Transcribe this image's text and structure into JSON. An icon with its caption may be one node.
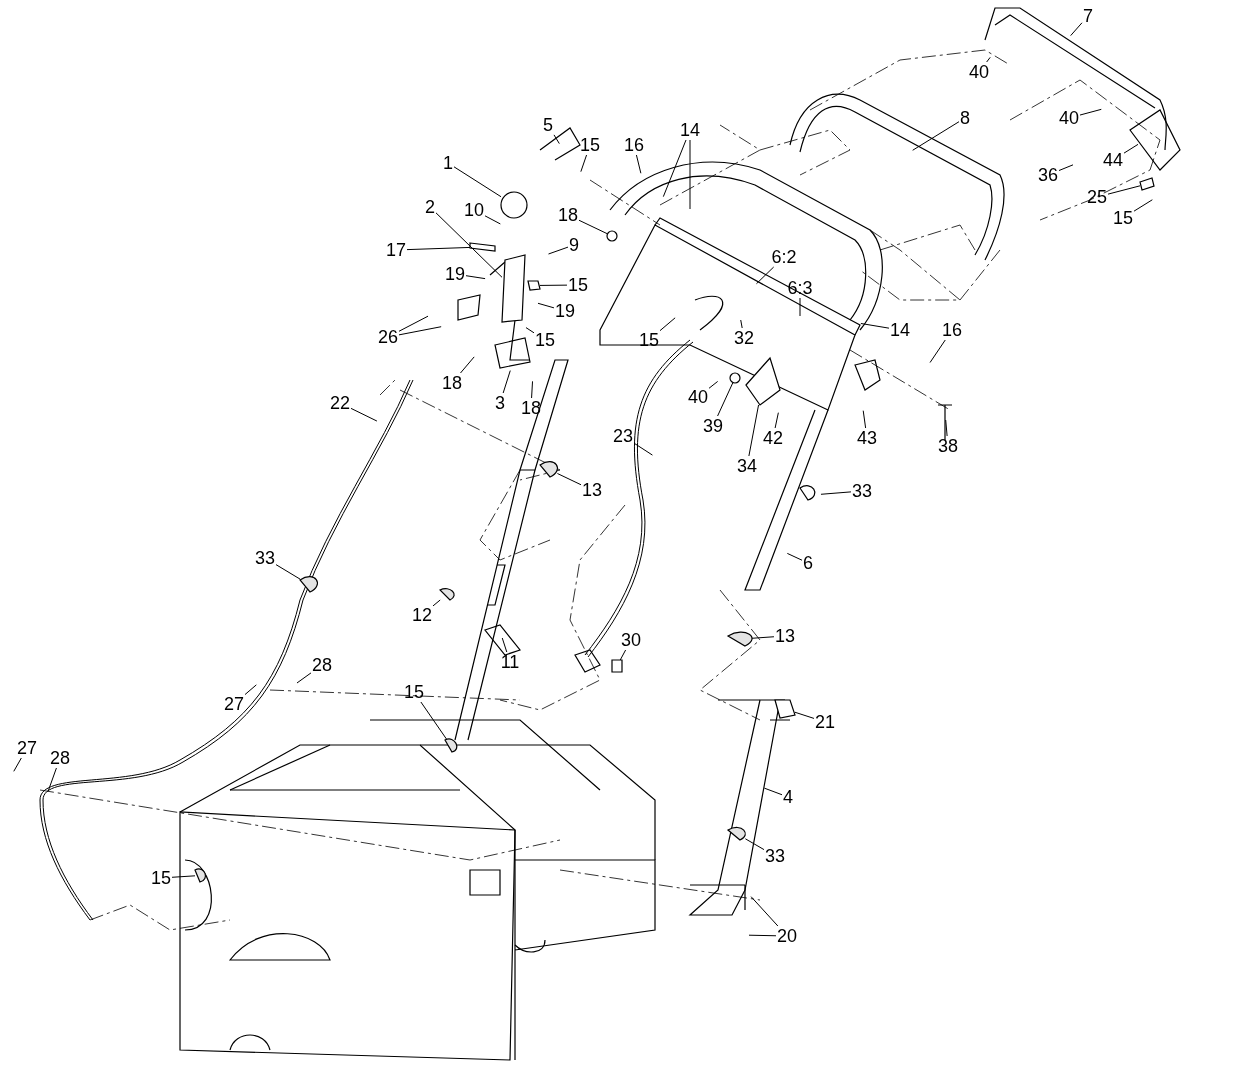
{
  "diagram": {
    "nodes": [
      {
        "text": [
          "7"
        ]
      },
      {
        "text": [
          "40"
        ]
      },
      {
        "text": [
          "8"
        ]
      },
      {
        "text": [
          "40"
        ]
      },
      {
        "text": [
          "5"
        ]
      },
      {
        "text": [
          "14"
        ]
      },
      {
        "text": [
          "15"
        ]
      },
      {
        "text": [
          "16"
        ]
      },
      {
        "text": [
          "44"
        ]
      },
      {
        "text": [
          "1"
        ]
      },
      {
        "text": [
          "36"
        ]
      },
      {
        "text": [
          "25"
        ]
      },
      {
        "text": [
          "10"
        ]
      },
      {
        "text": [
          "2"
        ]
      },
      {
        "text": [
          "18"
        ]
      },
      {
        "text": [
          "15"
        ]
      },
      {
        "text": [
          "9"
        ]
      },
      {
        "text": [
          "17"
        ]
      },
      {
        "text": [
          "6:2"
        ]
      },
      {
        "text": [
          "19"
        ]
      },
      {
        "text": [
          "15"
        ]
      },
      {
        "text": [
          "6:3"
        ]
      },
      {
        "text": [
          "19"
        ]
      },
      {
        "text": [
          "14"
        ]
      },
      {
        "text": [
          "16"
        ]
      },
      {
        "text": [
          "26"
        ]
      },
      {
        "text": [
          "15"
        ]
      },
      {
        "text": [
          "32"
        ]
      },
      {
        "text": [
          "15"
        ]
      },
      {
        "text": [
          "18"
        ]
      },
      {
        "text": [
          "40"
        ]
      },
      {
        "text": [
          "3"
        ]
      },
      {
        "text": [
          "22"
        ]
      },
      {
        "text": [
          "18"
        ]
      },
      {
        "text": [
          "39"
        ]
      },
      {
        "text": [
          "23"
        ]
      },
      {
        "text": [
          "42"
        ]
      },
      {
        "text": [
          "38"
        ]
      },
      {
        "text": [
          "43"
        ]
      },
      {
        "text": [
          "34"
        ]
      },
      {
        "text": [
          "13"
        ]
      },
      {
        "text": [
          "33"
        ]
      },
      {
        "text": [
          "33"
        ]
      },
      {
        "text": [
          "6"
        ]
      },
      {
        "text": [
          "12"
        ]
      },
      {
        "text": [
          "13"
        ]
      },
      {
        "text": [
          "30"
        ]
      },
      {
        "text": [
          "11"
        ]
      },
      {
        "text": [
          "28"
        ]
      },
      {
        "text": [
          "15"
        ]
      },
      {
        "text": [
          "27"
        ]
      },
      {
        "text": [
          "21"
        ]
      },
      {
        "text": [
          "27"
        ]
      },
      {
        "text": [
          "28"
        ]
      },
      {
        "text": [
          "4"
        ]
      },
      {
        "text": [
          "33"
        ]
      },
      {
        "text": [
          "15"
        ]
      },
      {
        "text": [
          "20"
        ]
      },
      {
        "text": [],
        "shape": "circle"
      },
      {
        "text": [],
        "shape": "box"
      },
      {
        "text": [],
        "shape": "circle"
      },
      {
        "text": [],
        "shape": "box"
      },
      {
        "text": [],
        "shape": "box"
      },
      {
        "text": [],
        "shape": "circle"
      },
      {
        "text": [],
        "shape": "box"
      },
      {
        "text": [],
        "shape": "picture"
      },
      {
        "text": [],
        "shape": "picture"
      },
      {
        "text": [],
        "shape": "picture"
      },
      {
        "text": [],
        "shape": "picture"
      },
      {
        "text": [],
        "shape": "box"
      },
      {
        "text": [],
        "shape": "picture"
      },
      {
        "text": [],
        "shape": "box"
      },
      {
        "text": [],
        "shape": "picture"
      },
      {
        "text": [],
        "shape": "picture"
      },
      {
        "text": [],
        "shape": "box"
      }
    ],
    "edges": [
      {
        "from": 0,
        "to": null,
        "arrow": "none"
      },
      {
        "from": 1,
        "to": null,
        "arrow": "none"
      },
      {
        "from": 2,
        "to": null,
        "arrow": "none"
      },
      {
        "from": 3,
        "to": null,
        "arrow": "none"
      },
      {
        "from": 4,
        "to": null,
        "arrow": "none"
      },
      {
        "from": 5,
        "to": null,
        "arrow": "none"
      },
      {
        "from": 5,
        "to": null,
        "arrow": "none"
      },
      {
        "from": 6,
        "to": null,
        "arrow": "none"
      },
      {
        "from": 7,
        "to": null,
        "arrow": "none"
      },
      {
        "from": 8,
        "to": null,
        "arrow": "none"
      },
      {
        "from": 9,
        "to": 58,
        "arrow": "none"
      },
      {
        "from": 10,
        "to": null,
        "arrow": "none"
      },
      {
        "from": 11,
        "to": 59,
        "arrow": "none"
      },
      {
        "from": 12,
        "to": null,
        "arrow": "none"
      },
      {
        "from": 13,
        "to": 74,
        "arrow": "none"
      },
      {
        "from": 14,
        "to": 60,
        "arrow": "none"
      },
      {
        "from": 15,
        "to": null,
        "arrow": "none"
      },
      {
        "from": 16,
        "to": null,
        "arrow": "none"
      },
      {
        "from": 17,
        "to": 61,
        "arrow": "none"
      },
      {
        "from": 18,
        "to": null,
        "arrow": "none"
      },
      {
        "from": 19,
        "to": null,
        "arrow": "none"
      },
      {
        "from": 20,
        "to": 62,
        "arrow": "none"
      },
      {
        "from": 21,
        "to": null,
        "arrow": "none"
      },
      {
        "from": 22,
        "to": null,
        "arrow": "none"
      },
      {
        "from": 23,
        "to": null,
        "arrow": "none"
      },
      {
        "from": 24,
        "to": null,
        "arrow": "none"
      },
      {
        "from": 25,
        "to": null,
        "arrow": "none"
      },
      {
        "from": 25,
        "to": null,
        "arrow": "none"
      },
      {
        "from": 26,
        "to": null,
        "arrow": "none"
      },
      {
        "from": 27,
        "to": null,
        "arrow": "none"
      },
      {
        "from": 28,
        "to": null,
        "arrow": "none"
      },
      {
        "from": 29,
        "to": null,
        "arrow": "none"
      },
      {
        "from": 30,
        "to": null,
        "arrow": "none"
      },
      {
        "from": 31,
        "to": null,
        "arrow": "none"
      },
      {
        "from": 32,
        "to": null,
        "arrow": "none"
      },
      {
        "from": 33,
        "to": null,
        "arrow": "none"
      },
      {
        "from": 34,
        "to": 63,
        "arrow": "none"
      },
      {
        "from": 35,
        "to": null,
        "arrow": "none"
      },
      {
        "from": 36,
        "to": null,
        "arrow": "none"
      },
      {
        "from": 37,
        "to": null,
        "arrow": "none"
      },
      {
        "from": 38,
        "to": null,
        "arrow": "none"
      },
      {
        "from": 39,
        "to": 64,
        "arrow": "none"
      },
      {
        "from": 40,
        "to": 65,
        "arrow": "none"
      },
      {
        "from": 41,
        "to": null,
        "arrow": "none"
      },
      {
        "from": 42,
        "to": 66,
        "arrow": "none"
      },
      {
        "from": 43,
        "to": null,
        "arrow": "none"
      },
      {
        "from": 44,
        "to": 67,
        "arrow": "none"
      },
      {
        "from": 45,
        "to": 68,
        "arrow": "none"
      },
      {
        "from": 46,
        "to": 69,
        "arrow": "none"
      },
      {
        "from": 47,
        "to": null,
        "arrow": "none"
      },
      {
        "from": 48,
        "to": null,
        "arrow": "none"
      },
      {
        "from": 49,
        "to": 70,
        "arrow": "none"
      },
      {
        "from": 50,
        "to": null,
        "arrow": "none"
      },
      {
        "from": 51,
        "to": 71,
        "arrow": "none"
      },
      {
        "from": 52,
        "to": null,
        "arrow": "none"
      },
      {
        "from": 53,
        "to": null,
        "arrow": "none"
      },
      {
        "from": 54,
        "to": null,
        "arrow": "none"
      },
      {
        "from": 55,
        "to": 72,
        "arrow": "none"
      },
      {
        "from": 56,
        "to": 73,
        "arrow": "none"
      },
      {
        "from": 57,
        "to": null,
        "arrow": "none"
      },
      {
        "from": 57,
        "to": null,
        "arrow": "none"
      }
    ]
  }
}
